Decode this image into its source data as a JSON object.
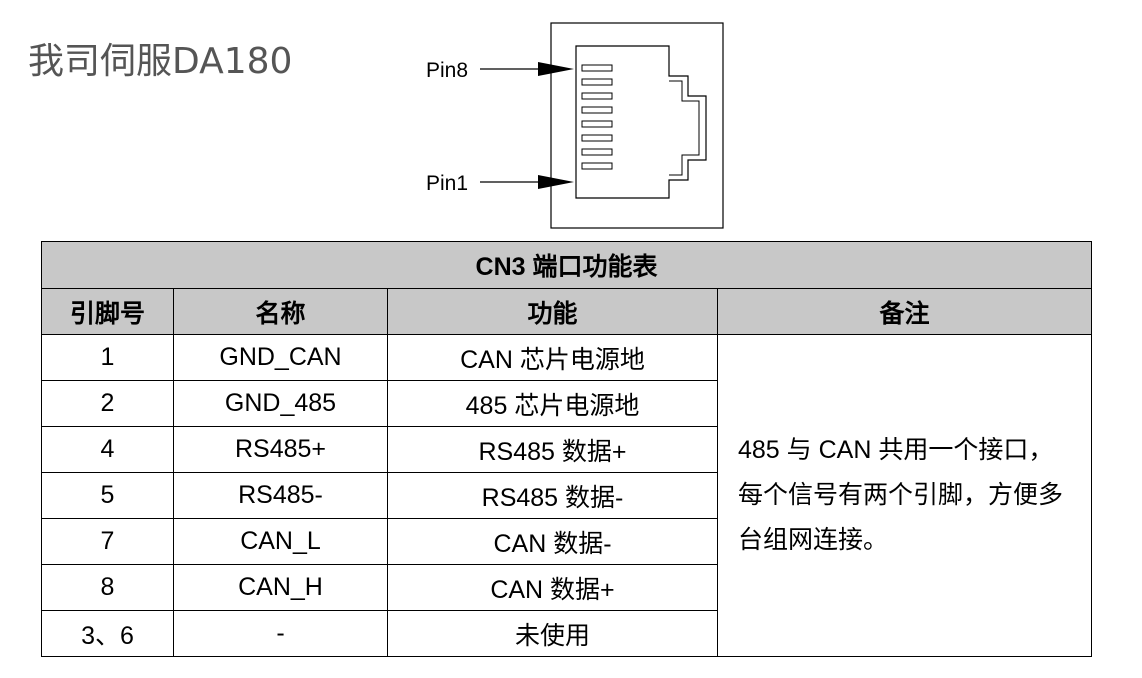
{
  "page": {
    "title": "我司伺服DA180"
  },
  "diagram": {
    "pin_top_label": "Pin8",
    "pin_bottom_label": "Pin1"
  },
  "table": {
    "title": "CN3  端口功能表",
    "headers": [
      "引脚号",
      "名称",
      "功能",
      "备注"
    ],
    "rows": [
      {
        "pin": "1",
        "name": "GND_CAN",
        "function": "CAN 芯片电源地"
      },
      {
        "pin": "2",
        "name": "GND_485",
        "function": "485 芯片电源地"
      },
      {
        "pin": "4",
        "name": "RS485+",
        "function": "RS485 数据+"
      },
      {
        "pin": "5",
        "name": "RS485-",
        "function": "RS485 数据-"
      },
      {
        "pin": "7",
        "name": "CAN_L",
        "function": "CAN 数据-"
      },
      {
        "pin": "8",
        "name": "CAN_H",
        "function": "CAN 数据+"
      },
      {
        "pin": "3、6",
        "name": "-",
        "function": "未使用"
      }
    ],
    "note": "485 与 CAN 共用一个接口，每个信号有两个引脚，方便多台组网连接。"
  }
}
